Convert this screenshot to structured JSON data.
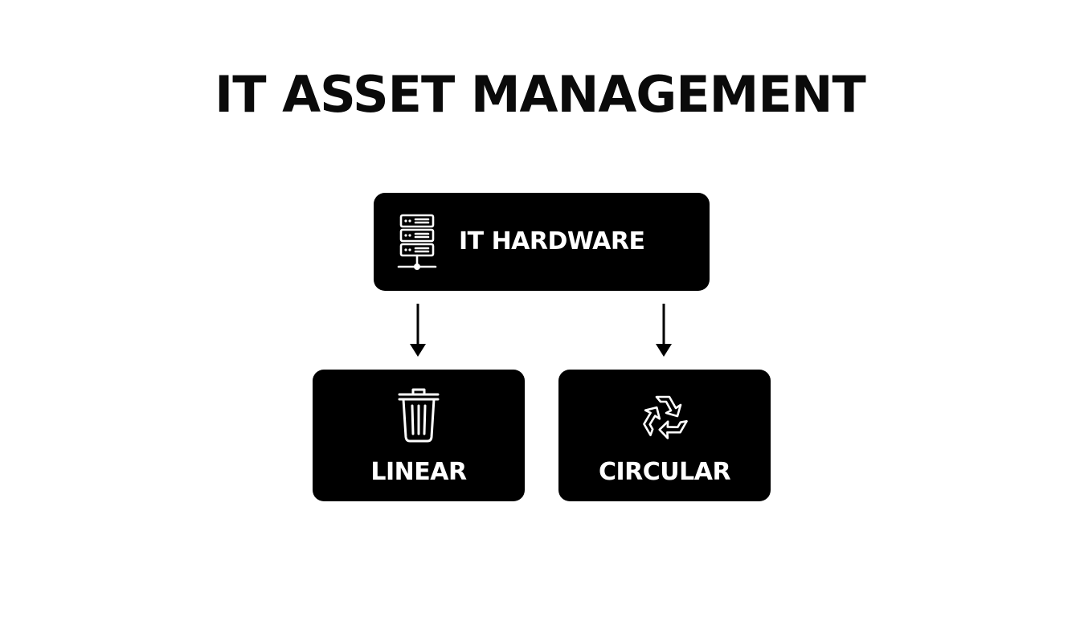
{
  "title": "IT ASSET MANAGEMENT",
  "nodes": {
    "top": {
      "label": "IT HARDWARE",
      "icon": "server-network-icon"
    },
    "left": {
      "label": "LINEAR",
      "icon": "trash-can-icon"
    },
    "right": {
      "label": "CIRCULAR",
      "icon": "recycle-icon"
    }
  },
  "edges": [
    {
      "from": "IT HARDWARE",
      "to": "LINEAR"
    },
    {
      "from": "IT HARDWARE",
      "to": "CIRCULAR"
    }
  ],
  "colors": {
    "background": "#ffffff",
    "node_fill": "#000000",
    "node_text": "#ffffff",
    "title_text": "#0a0a0a",
    "arrow": "#000000"
  }
}
